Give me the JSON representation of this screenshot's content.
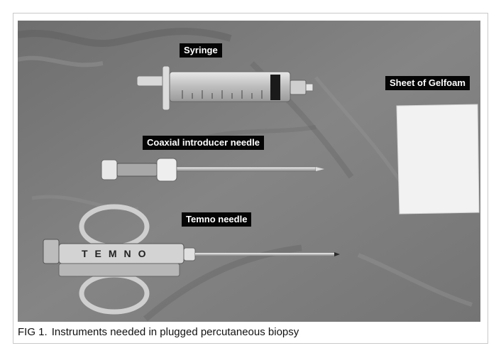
{
  "labels": {
    "syringe": "Syringe",
    "coaxial": "Coaxial introducer needle",
    "temno": "Temno needle",
    "gelfoam": "Sheet of Gelfoam"
  },
  "caption": {
    "figure_number": "FIG 1.",
    "text": "Instruments needed in plugged percutaneous biopsy"
  },
  "device_marking": "TEMNO",
  "colors": {
    "background_cloth": "#7d7d7d",
    "label_bg": "#050505",
    "label_text": "#ffffff"
  }
}
